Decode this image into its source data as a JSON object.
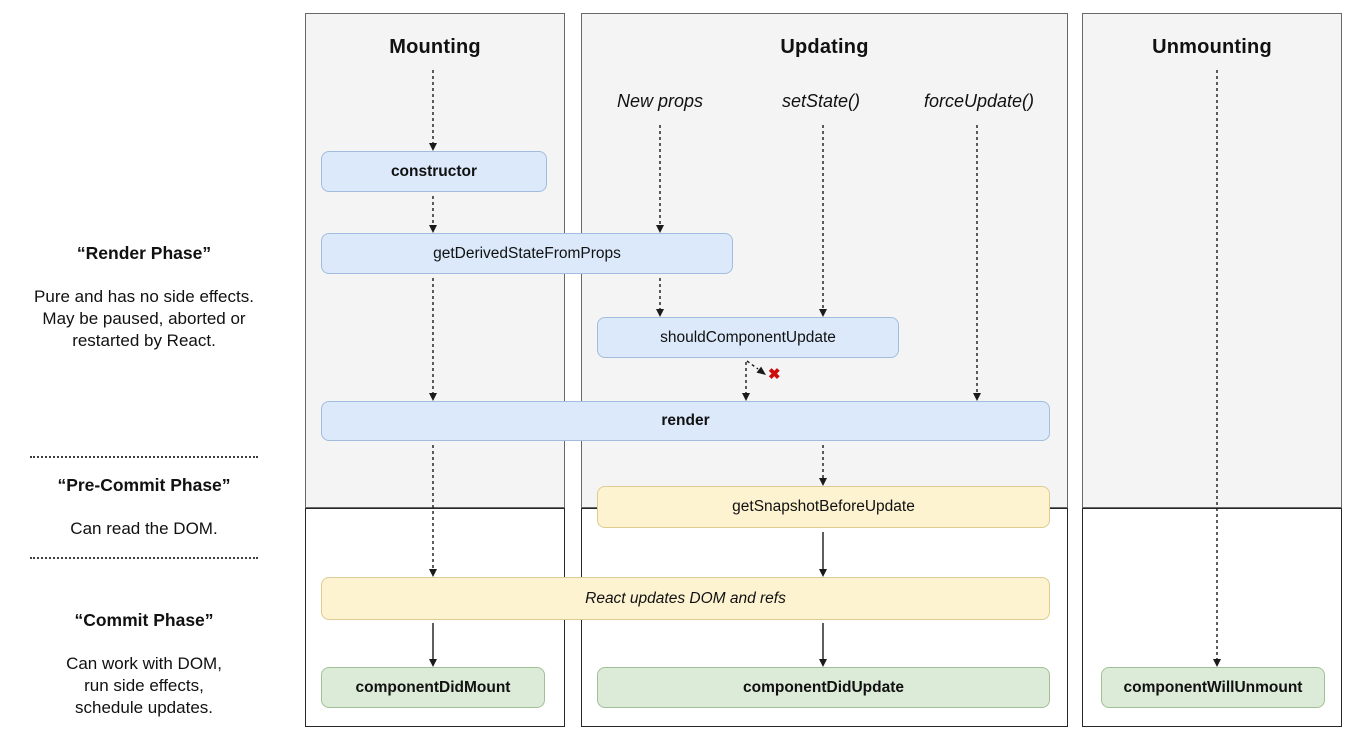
{
  "columns": {
    "mounting": {
      "title": "Mounting"
    },
    "updating": {
      "title": "Updating"
    },
    "unmounting": {
      "title": "Unmounting"
    }
  },
  "triggers": {
    "new_props": "New props",
    "set_state": "setState()",
    "force_update": "forceUpdate()"
  },
  "methods": {
    "ctor": "constructor",
    "get_derived_state_from_props": "getDerivedStateFromProps",
    "should_component_update": "shouldComponentUpdate",
    "render": "render",
    "get_snapshot_before_update": "getSnapshotBeforeUpdate",
    "react_updates_dom": "React updates DOM and refs",
    "component_did_mount": "componentDidMount",
    "component_did_update": "componentDidUpdate",
    "component_will_unmount": "componentWillUnmount"
  },
  "phase_labels": {
    "render": {
      "title": "“Render Phase”",
      "body": "Pure and has no side effects.\nMay be paused, aborted or\nrestarted by React."
    },
    "pre_commit": {
      "title": "“Pre-Commit Phase”",
      "body": "Can read the DOM."
    },
    "commit": {
      "title": "“Commit Phase”",
      "body": "Can work with DOM,\nrun side effects,\nschedule updates."
    }
  },
  "marks": {
    "abort": "✖"
  },
  "colors": {
    "blue_fill": "#dbe9fb",
    "blue_border": "#a3bcdd",
    "yellow_fill": "#fdf3d0",
    "yellow_border": "#ddcb92",
    "green_fill": "#dcead8",
    "green_border": "#a2c098",
    "render_phase_bg": "#f4f4f4",
    "abort_mark": "#cf0a0a"
  }
}
